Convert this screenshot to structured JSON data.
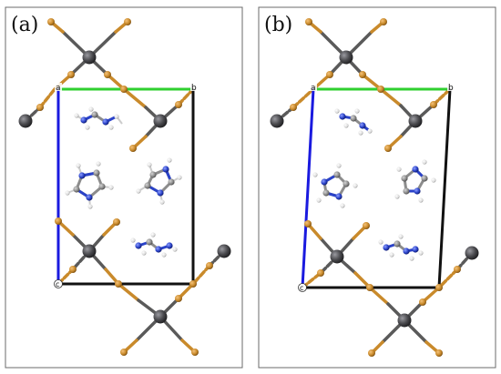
{
  "panels": [
    {
      "id": "a",
      "label": "(a)",
      "cell_labels": {
        "origin": "c",
        "a_axis": "a",
        "b_axis": "b"
      }
    },
    {
      "id": "b",
      "label": "(b)",
      "cell_labels": {
        "origin": "c",
        "a_axis": "a",
        "b_axis": "b"
      }
    }
  ],
  "colors": {
    "a_axis": "#1a1adf",
    "b_axis": "#2fcf2f",
    "cell_edge": "#111111",
    "metal_atom": "#4b4b4f",
    "halide_atom": "#c98a2b",
    "carbon_atom": "#8c8c8c",
    "nitrogen_atom": "#2a42c8",
    "hydrogen_atom": "#f2f2f2",
    "metal_bond": "#b8844a"
  }
}
